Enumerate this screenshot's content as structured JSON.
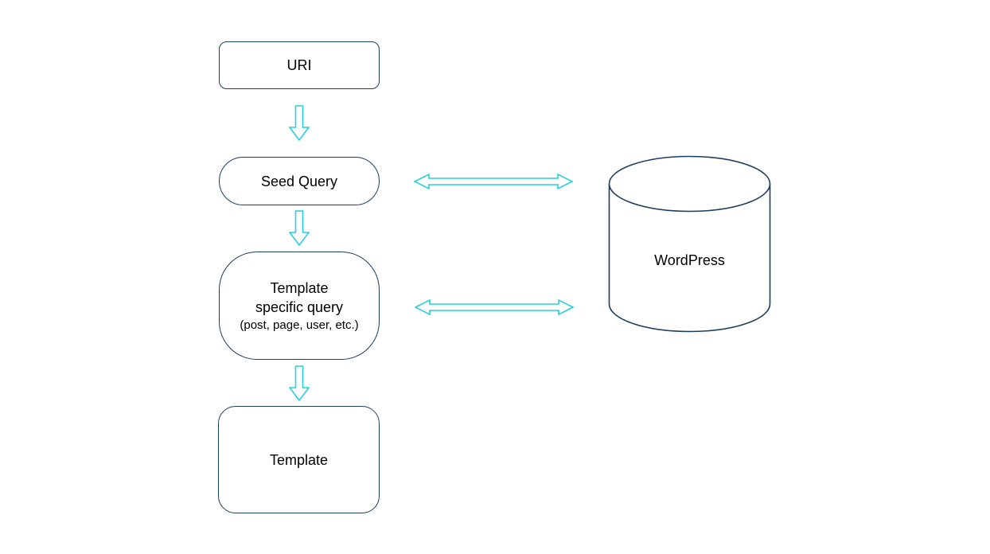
{
  "diagram": {
    "description": "WordPress template query flow diagram",
    "nodes": {
      "uri": {
        "label": "URI",
        "shape": "rounded-rectangle"
      },
      "seed_query": {
        "label": "Seed Query",
        "shape": "stadium"
      },
      "template_specific_query": {
        "label": "Template specific query",
        "sublabel": "(post, page, user, etc.)",
        "shape": "rounded-rectangle-large-radius"
      },
      "template": {
        "label": "Template",
        "shape": "rounded-rectangle"
      },
      "wordpress": {
        "label": "WordPress",
        "shape": "database-cylinder"
      }
    },
    "edges": [
      {
        "from": "uri",
        "to": "seed_query",
        "type": "down-arrow"
      },
      {
        "from": "seed_query",
        "to": "template_specific_query",
        "type": "down-arrow"
      },
      {
        "from": "template_specific_query",
        "to": "template",
        "type": "down-arrow"
      },
      {
        "from": "seed_query",
        "to": "wordpress",
        "type": "bidirectional-arrow"
      },
      {
        "from": "template_specific_query",
        "to": "wordpress",
        "type": "bidirectional-arrow"
      }
    ]
  },
  "colors": {
    "node-stroke": "#1e3e5f",
    "arrow-stroke": "#29cfdc",
    "text": "#000000",
    "background": "#ffffff"
  }
}
